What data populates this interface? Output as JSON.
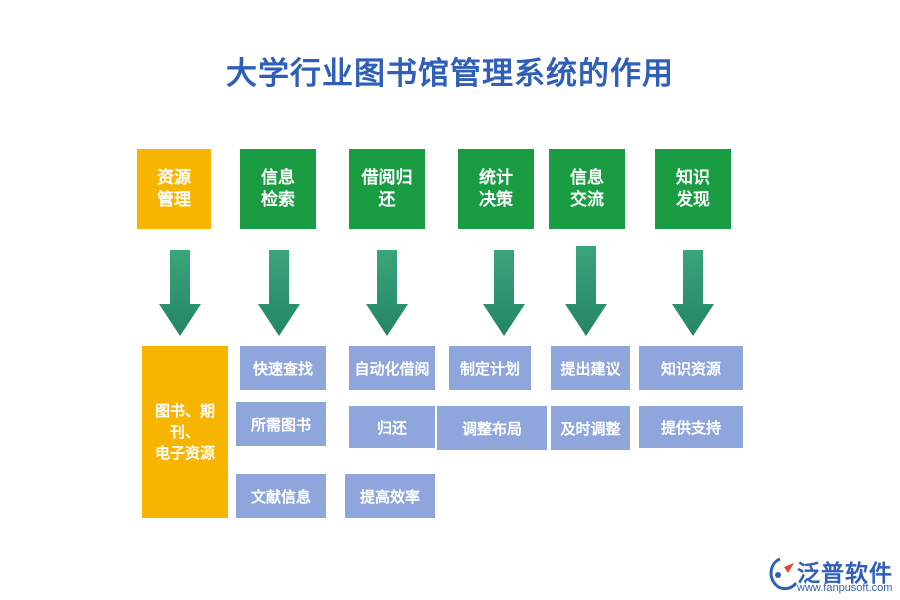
{
  "title": "大学行业图书馆管理系统的作用",
  "colors": {
    "title": "#2f5fb8",
    "green": "#199c42",
    "gold": "#f7b500",
    "box": "#8fa6dc",
    "arrow": "#2a8f6f"
  },
  "columns": [
    {
      "heading": "资源\n管理",
      "items": [
        "图书、期刊、\n电子资源"
      ]
    },
    {
      "heading": "信息\n检索",
      "items": [
        "快速查找",
        "所需图书",
        "文献信息"
      ]
    },
    {
      "heading": "借阅归\n还",
      "items": [
        "自动化借阅",
        "归还",
        "提高效率"
      ]
    },
    {
      "heading": "统计\n决策",
      "items": [
        "制定计划",
        "调整布局"
      ]
    },
    {
      "heading": "信息\n交流",
      "items": [
        "提出建议",
        "及时调整"
      ]
    },
    {
      "heading": "知识\n发现",
      "items": [
        "知识资源",
        "提供支持"
      ]
    }
  ],
  "logo": {
    "name": "泛普软件",
    "url": "www.fanpusoft.com",
    "icon": "fanpu-logo-icon"
  }
}
